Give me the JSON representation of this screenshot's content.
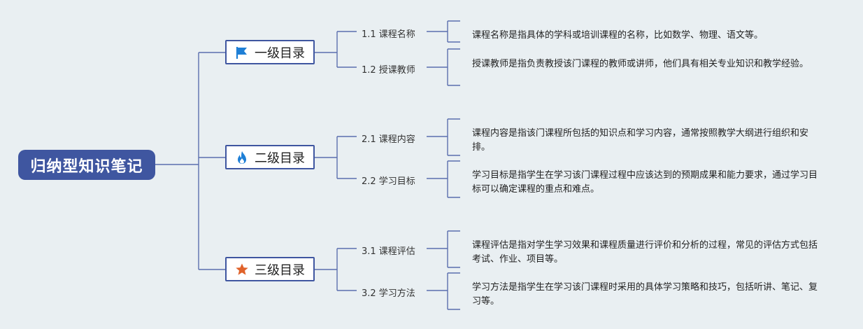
{
  "root": {
    "title": "归纳型知识笔记"
  },
  "branches": [
    {
      "label": "一级目录",
      "icon": "flag-icon",
      "icon_color": "#1e7fd6",
      "topics": [
        {
          "label": "1.1 课程名称",
          "note": "课程名称是指具体的学科或培训课程的名称，比如数学、物理、语文等。"
        },
        {
          "label": "1.2 授课教师",
          "note": "授课教师是指负责教授该门课程的教师或讲师，他们具有相关专业知识和教学经验。"
        }
      ]
    },
    {
      "label": "二级目录",
      "icon": "fire-icon",
      "icon_color": "#1e7fd6",
      "topics": [
        {
          "label": "2.1 课程内容",
          "note": "课程内容是指该门课程所包括的知识点和学习内容，通常按照教学大纲进行组织和安排。"
        },
        {
          "label": "2.2 学习目标",
          "note": "学习目标是指学生在学习该门课程过程中应该达到的预期成果和能力要求，通过学习目标可以确定课程的重点和难点。"
        }
      ]
    },
    {
      "label": "三级目录",
      "icon": "star-icon",
      "icon_color": "#e0622a",
      "topics": [
        {
          "label": "3.1 课程评估",
          "note": "课程评估是指对学生学习效果和课程质量进行评价和分析的过程，常见的评估方式包括考试、作业、项目等。"
        },
        {
          "label": "3.2 学习方法",
          "note": "学习方法是指学生在学习该门课程时采用的具体学习策略和技巧，包括听讲、笔记、复习等。"
        }
      ]
    }
  ],
  "colors": {
    "line": "#5b6fae",
    "root_bg": "#3f56a0",
    "background": "#e9eff2"
  }
}
